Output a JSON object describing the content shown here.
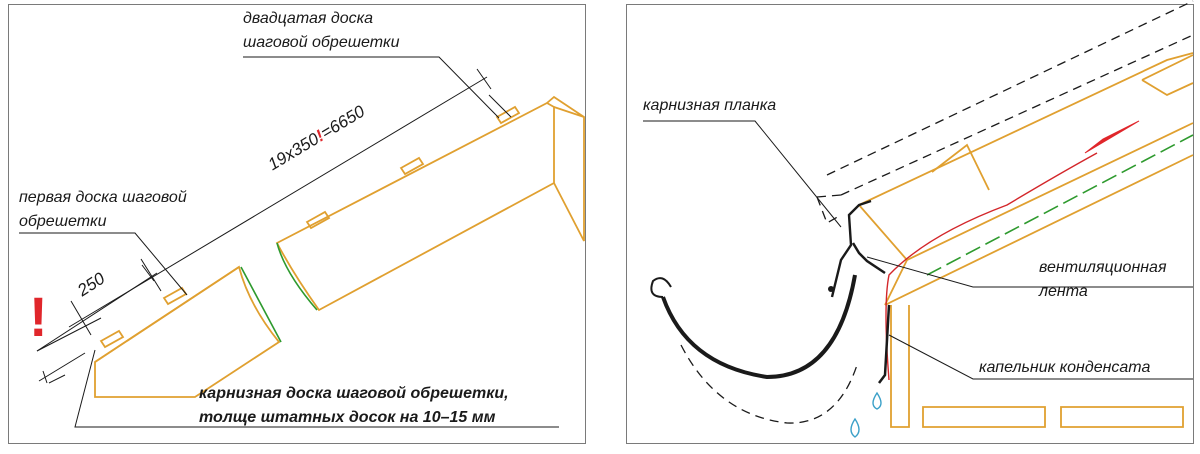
{
  "left": {
    "label_twentieth_1": "двадцатая доска",
    "label_twentieth_2": "шаговой обрешетки",
    "dimension_prefix": "19x350",
    "dimension_excl": "!",
    "dimension_suffix": "=6650",
    "label_first_1": "первая доска шаговой",
    "label_first_2": "обрешетки",
    "dimension_250": "250",
    "warning_mark": "!",
    "label_eave_1": "карнизная доска шаговой обрешетки,",
    "label_eave_2": "толще штатных досок на 10–15 мм"
  },
  "right": {
    "label_eave_strip": "карнизная планка",
    "label_vent_1": "вентиляционная",
    "label_vent_2": "лента",
    "label_drip": "капельник конденсата"
  },
  "colors": {
    "wood": "#e0a030",
    "line": "#1a1a1a",
    "accent_red": "#e0262b",
    "membrane_green": "#2e9a2e"
  }
}
